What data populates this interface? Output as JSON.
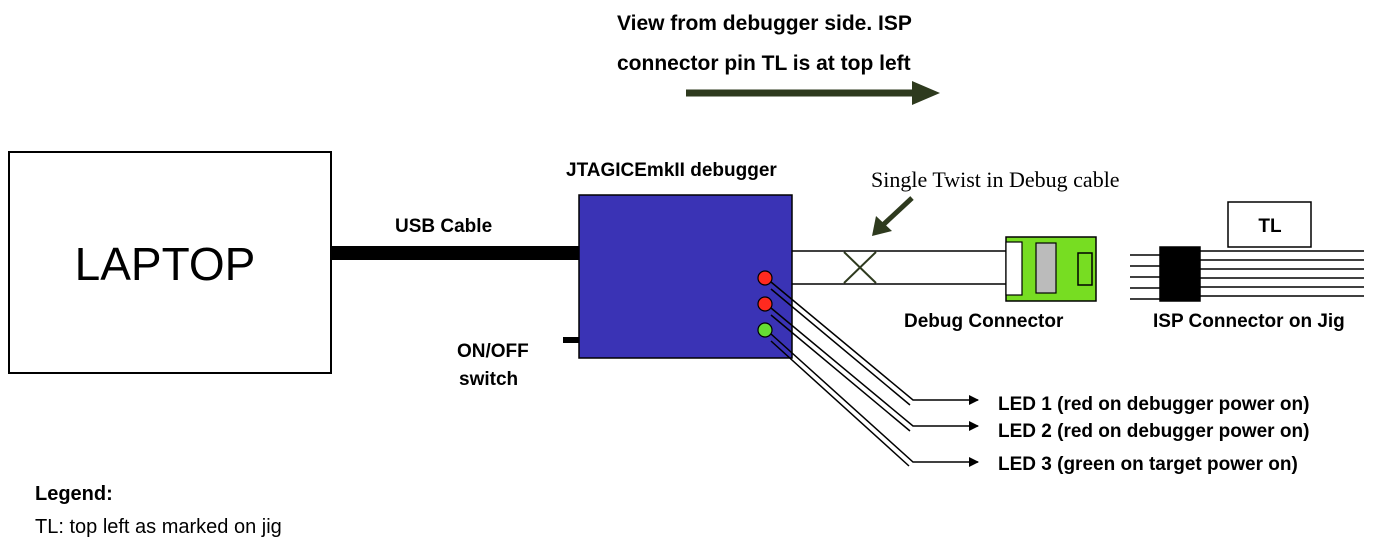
{
  "header": {
    "line1": "View from debugger side. ISP",
    "line2": "connector pin TL is at top left"
  },
  "laptop": {
    "label": "LAPTOP"
  },
  "usb_cable": {
    "label": "USB Cable"
  },
  "debugger": {
    "label": "JTAGICEmkII debugger"
  },
  "switch": {
    "line1": "ON/OFF",
    "line2": "switch"
  },
  "twist": {
    "label": "Single Twist in Debug cable"
  },
  "debug_connector": {
    "label": "Debug Connector"
  },
  "isp_connector": {
    "label": "ISP Connector on Jig",
    "tl_box": "TL"
  },
  "leds": [
    {
      "label": "LED 1 (red on debugger power on)",
      "color": "#ff2a1f"
    },
    {
      "label": "LED 2 (red on debugger power on)",
      "color": "#ff2a1f"
    },
    {
      "label": "LED 3 (green on target power on)",
      "color": "#66dd33"
    }
  ],
  "legend": {
    "title": "Legend:",
    "entry": "TL: top left as marked on jig"
  },
  "colors": {
    "debugger_fill": "#3a33b5",
    "arrow_dark": "#2e3a1e",
    "connector_green": "#77dd22"
  }
}
